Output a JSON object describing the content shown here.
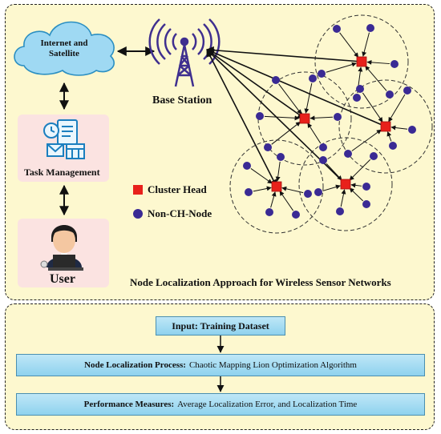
{
  "cloud_label": "Internet and Satellite",
  "base_station_label": "Base Station",
  "task_management_label": "Task Management",
  "user_label": "User",
  "legend": {
    "cluster_head": "Cluster Head",
    "non_ch_node": "Non-CH-Node"
  },
  "top_caption": "Node Localization Approach for Wireless Sensor Networks",
  "flow": {
    "input": {
      "label": "Input: Training Dataset"
    },
    "process": {
      "label": "Node Localization Process:",
      "value": "Chaotic Mapping Lion Optimization Algorithm"
    },
    "measures": {
      "label": "Performance Measures:",
      "value": "Average Localization Error, and Localization Time"
    }
  },
  "colors": {
    "cluster_head": "#e8211b",
    "node": "#3a2a94",
    "panel": "#fdf8cf",
    "box": "#9fdaf1"
  }
}
